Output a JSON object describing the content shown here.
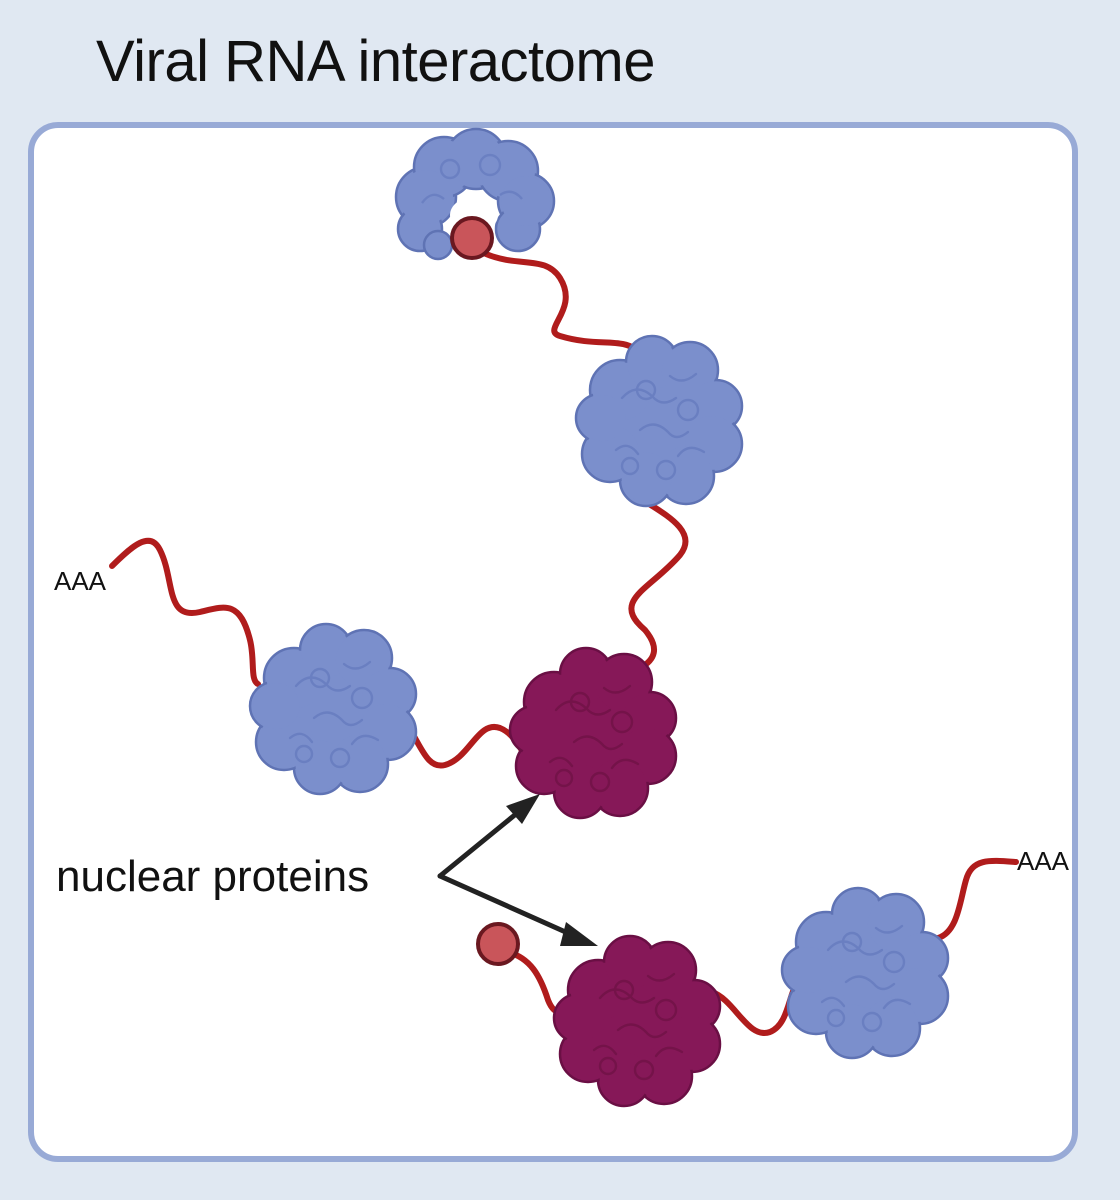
{
  "title": "Viral RNA interactome",
  "labels": {
    "nuclear_proteins": "nuclear proteins",
    "poly_a_left": "AAA",
    "poly_a_right": "AAA"
  },
  "colors": {
    "background": "#e0e8f2",
    "panel_border": "#98aad6",
    "rna_strand": "#b01c1c",
    "cap": "#c9555a",
    "cytoplasmic_protein": "#7b8fcc",
    "nuclear_protein": "#861858",
    "arrow": "#222222"
  }
}
